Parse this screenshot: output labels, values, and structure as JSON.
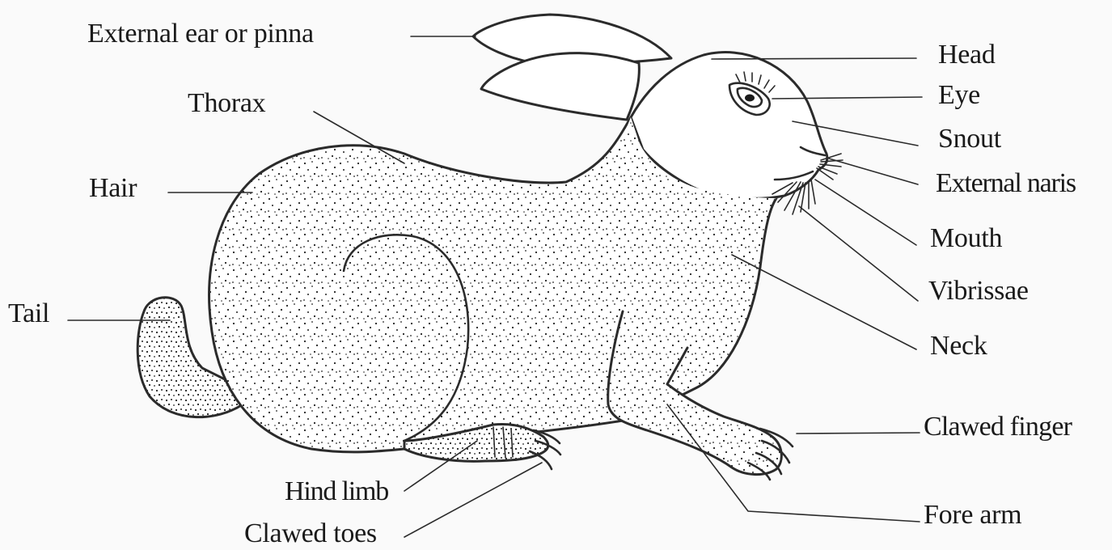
{
  "diagram": {
    "labels": {
      "external_ear": "External ear or pinna",
      "thorax": "Thorax",
      "hair": "Hair",
      "tail": "Tail",
      "hind_limb": "Hind limb",
      "clawed_toes": "Clawed toes",
      "head": "Head",
      "eye": "Eye",
      "snout": "Snout",
      "external_naris": "External naris",
      "mouth": "Mouth",
      "vibrissae": "Vibrissae",
      "neck": "Neck",
      "clawed_finger": "Clawed finger",
      "fore_arm": "Fore arm"
    }
  }
}
